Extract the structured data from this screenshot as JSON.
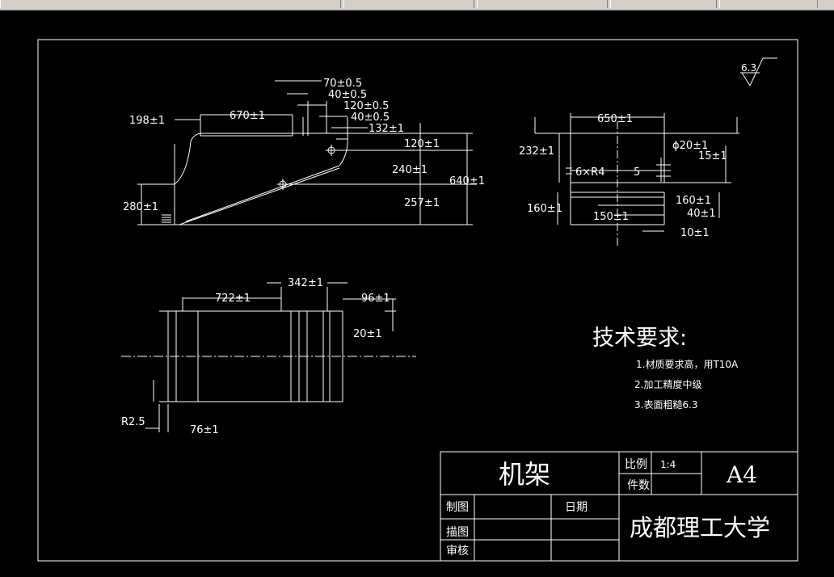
{
  "drawing": {
    "title": "机架",
    "scale_label": "比例",
    "scale_value": "1:4",
    "count_label": "件数",
    "sheet_size": "A4",
    "drawn_by_label": "制图",
    "traced_by_label": "描图",
    "checked_by_label": "审核",
    "date_label": "日期",
    "school": "成都理工大学"
  },
  "tech_requirements": {
    "heading": "技术要求:",
    "items": [
      "1.材质要求高，用T10A",
      "2.加工精度中级",
      "3.表面粗糙6.3"
    ]
  },
  "roughness": "6.3",
  "front_view_dims": [
    "70±0.5",
    "40±0.5",
    "120±0.5",
    "40±0.5",
    "132±1",
    "198±1",
    "670±1",
    "120±1",
    "240±1",
    "640±1",
    "257±1",
    "280±1"
  ],
  "side_view_dims": [
    "650±1",
    "232±1",
    "ϕ20±1",
    "15±1",
    "6×R4",
    "5",
    "160±1",
    "160±1",
    "150±1",
    "40±1",
    "10±1"
  ],
  "top_view_dims": [
    "342±1",
    "722±1",
    "96±1",
    "20±1",
    "R2.5",
    "76±1"
  ],
  "colors": {
    "background": "#000000",
    "line": "#ffffff",
    "toolbar": "#d4d0c8"
  }
}
